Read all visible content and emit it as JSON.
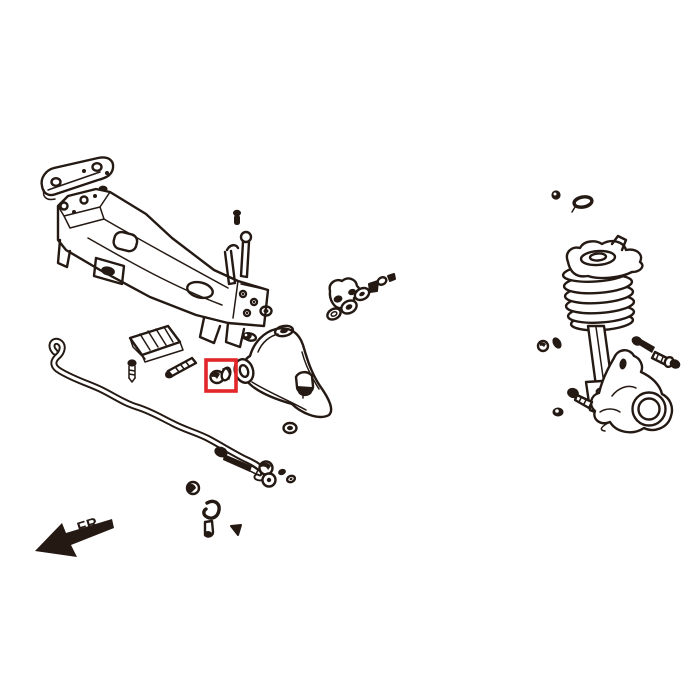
{
  "diagram": {
    "kind": "exploded-parts-line-drawing",
    "subject": "Front suspension exploded parts diagram",
    "background_color": "#ffffff",
    "line_color": "#241913",
    "highlight_color": "#e22629",
    "front_label": "FR.",
    "highlighted_part": "lower-arm-front-bushing",
    "parts": [
      "subframe-mount-plate",
      "mount-plate-bolt",
      "flange-nut",
      "front-crossmember-subframe",
      "brake-line-bracket-pin",
      "bracket-bolt",
      "stabilizer-bracket-plate",
      "bracket-screw",
      "lower-arm-front-bolt",
      "lower-arm-front-bushing",
      "front-lower-control-arm",
      "ball-joint",
      "ball-joint-nut",
      "rear-bushing-bracket-and-washers",
      "stabilizer-bar",
      "stabilizer-link-bolt",
      "stabilizer-link-bushings",
      "stabilizer-clamp-clip",
      "clamp-hook-bracket",
      "clamp-bolt",
      "strut-top-nut",
      "strut-mount-retainer",
      "coil-spring-strut-assembly",
      "steering-knuckle-hub",
      "knuckle-pinch-bolts",
      "strut-lower-bolt",
      "strut-lower-nut"
    ]
  }
}
